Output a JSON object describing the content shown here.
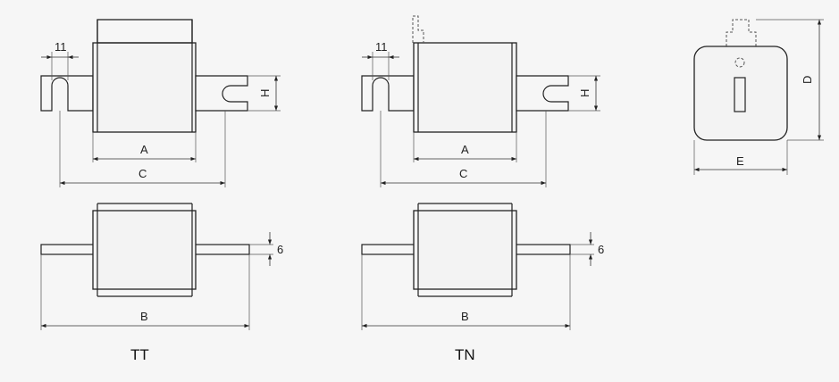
{
  "labels": {
    "dim_11": "11",
    "dim_A": "A",
    "dim_B": "B",
    "dim_C": "C",
    "dim_D": "D",
    "dim_E": "E",
    "dim_H": "H",
    "dim_6": "6"
  },
  "captions": {
    "left": "TT",
    "right": "TN"
  }
}
